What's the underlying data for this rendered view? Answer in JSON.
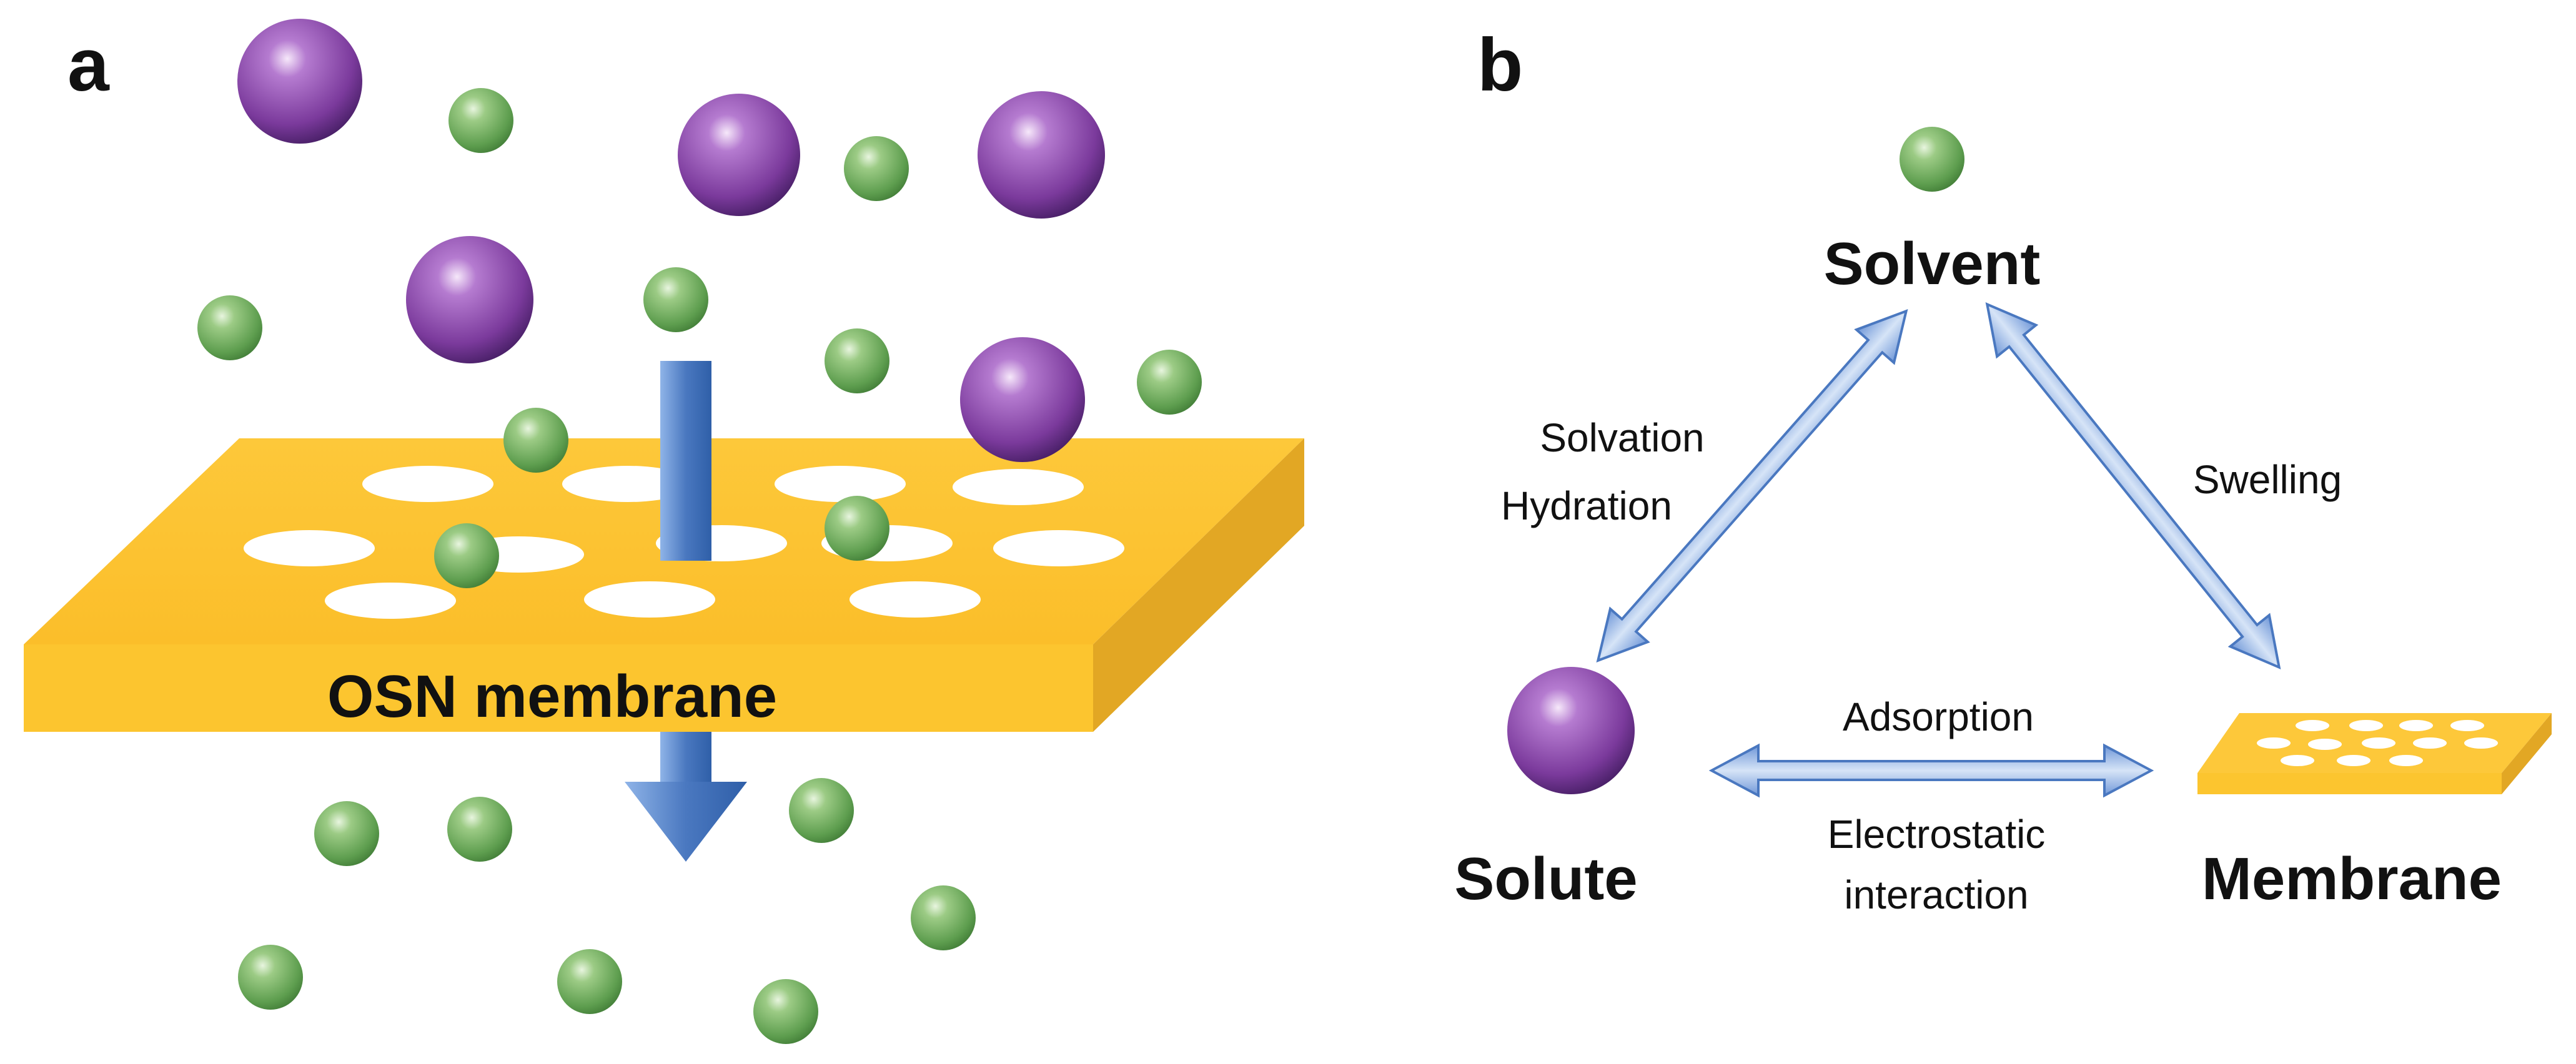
{
  "panel_a": {
    "label": "a",
    "membrane_label": "OSN membrane"
  },
  "panel_b": {
    "label": "b",
    "nodes": {
      "solvent": "Solvent",
      "solute": "Solute",
      "membrane": "Membrane"
    },
    "interactions": {
      "solvation": "Solvation",
      "hydration": "Hydration",
      "swelling": "Swelling",
      "adsorption": "Adsorption",
      "electrostatic": "Electrostatic",
      "interaction": "interaction"
    }
  },
  "colors": {
    "membrane_top": "#FDC83A",
    "membrane_side": "#E3A823",
    "solvent_particle": "#6AA85A",
    "solute_particle": "#7B3A9C",
    "arrow": "#5B86C8"
  }
}
